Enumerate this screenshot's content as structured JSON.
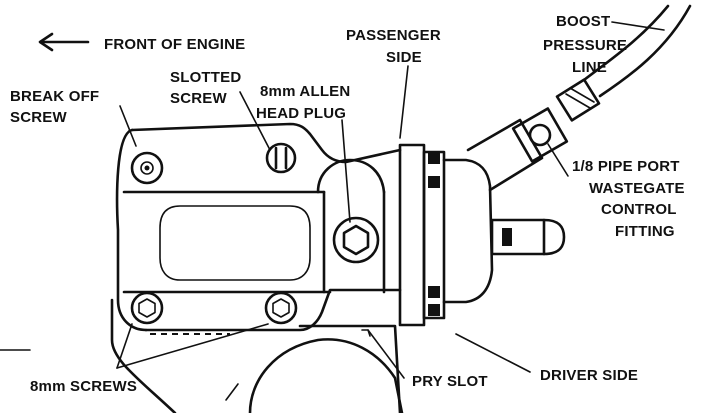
{
  "labels": {
    "front_of_engine": "FRONT OF ENGINE",
    "passenger_side_1": "PASSENGER",
    "passenger_side_2": "SIDE",
    "boost_line_1": "BOOST",
    "boost_line_2": "PRESSURE",
    "boost_line_3": "LINE",
    "slotted_screw_1": "SLOTTED",
    "slotted_screw_2": "SCREW",
    "allen_plug_1": "8mm ALLEN",
    "allen_plug_2": "HEAD PLUG",
    "break_off_1": "BREAK OFF",
    "break_off_2": "SCREW",
    "pipe_port_1": "1/8 PIPE PORT",
    "pipe_port_2": "WASTEGATE",
    "pipe_port_3": "CONTROL",
    "pipe_port_4": "FITTING",
    "screws_8mm": "8mm SCREWS",
    "pry_slot": "PRY SLOT",
    "driver_side": "DRIVER SIDE"
  },
  "colors": {
    "ink": "#111111",
    "background": "#ffffff"
  }
}
